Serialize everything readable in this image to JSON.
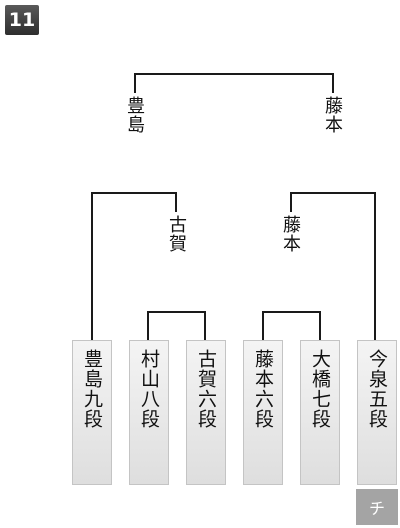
{
  "round_label": "11",
  "final": {
    "left": "豊島",
    "right": "藤本"
  },
  "semifinal": {
    "left": "古賀",
    "right": "藤本"
  },
  "players": [
    "豊島九段",
    "村山八段",
    "古賀六段",
    "藤本六段",
    "大橋七段",
    "今泉五段"
  ],
  "corner_badge": "チ"
}
